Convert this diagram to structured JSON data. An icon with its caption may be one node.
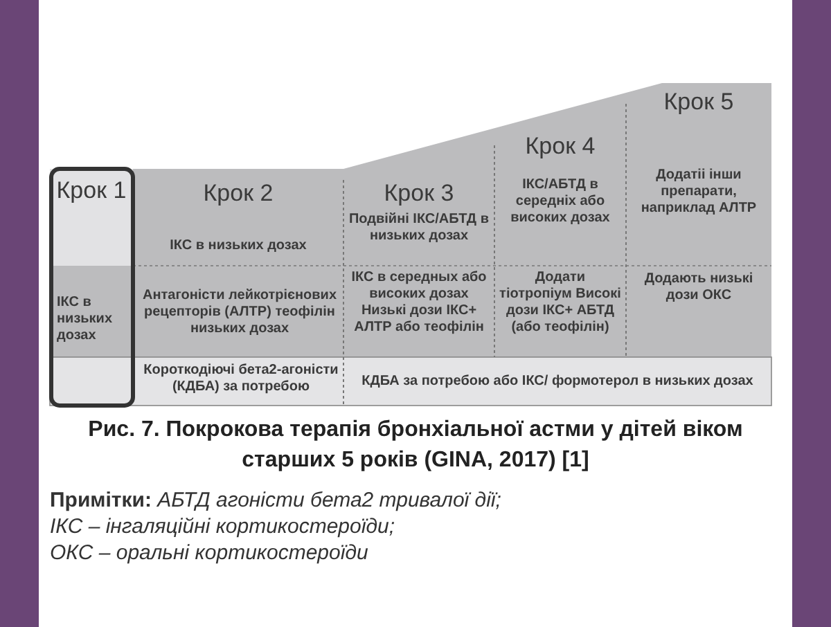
{
  "diagram": {
    "caption": "Рис. 7. Покрокова терапія бронхіальної астми у дітей віком старших 5 років (GINA, 2017) [1]",
    "labels": [
      "Крок 1",
      "Крок 2",
      "Крок 3",
      "Крок 4",
      "Крок 5",
      "ІКС в низьких дозах",
      "Подвійні ІКС/АБТД в низьких дозах",
      "ІКС/АБТД в середніх або високих дозах",
      "Додатіі інши препарати, наприклад АЛТР",
      "ІКС в низьких дозах",
      "Антагоністи лейкотрієнових рецепторів (АЛТР) теофілін низьких дозах",
      "ІКС в середных або високих дозах Низькі дози ІКС+ АЛТР або теофілін",
      "Додати тіотропіум Високі дози ІКС+ АБТД (або теофілін)",
      "Додають низькі дози ОКС",
      "Короткодіючі бета2-агоністи (КДБА) за потребою",
      "КДБА за потребою або ІКС/ формотерол в низьких дозах",
      "**Примітки:** *АБТД агоністи бета2 тривалої дії;*",
      "*ІКС – інгаляційні кортикостероїди;*",
      "*ОКС – оральні кортикостероїди*"
    ]
  }
}
